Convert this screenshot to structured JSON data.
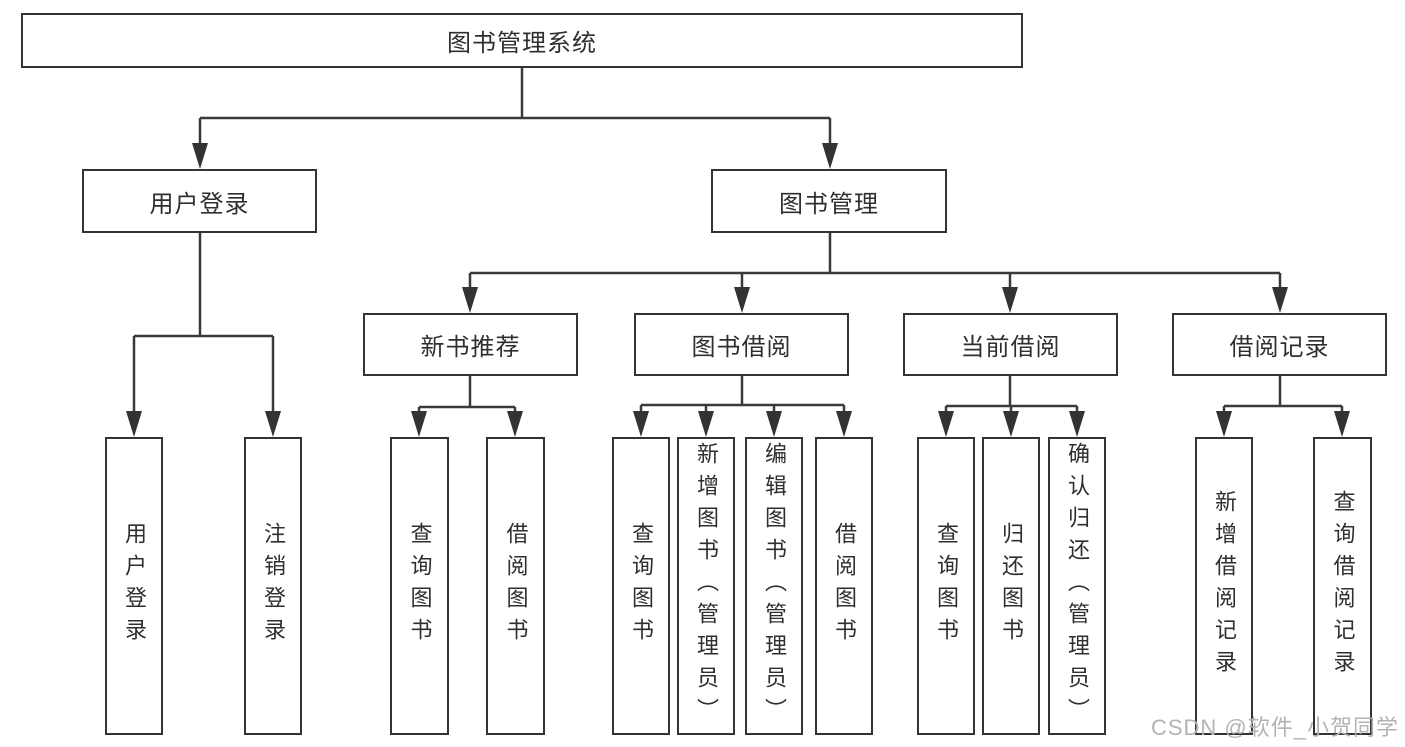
{
  "tree": {
    "label": "图书管理系统",
    "children": [
      {
        "label": "用户登录",
        "children": [
          {
            "label": "用户登录"
          },
          {
            "label": "注销登录"
          }
        ]
      },
      {
        "label": "图书管理",
        "children": [
          {
            "label": "新书推荐",
            "children": [
              {
                "label": "查询图书"
              },
              {
                "label": "借阅图书"
              }
            ]
          },
          {
            "label": "图书借阅",
            "children": [
              {
                "label": "查询图书"
              },
              {
                "label": "新增图书（管理员）"
              },
              {
                "label": "编辑图书（管理员）"
              },
              {
                "label": "借阅图书"
              }
            ]
          },
          {
            "label": "当前借阅",
            "children": [
              {
                "label": "查询图书"
              },
              {
                "label": "归还图书"
              },
              {
                "label": "确认归还（管理员）"
              }
            ]
          },
          {
            "label": "借阅记录",
            "children": [
              {
                "label": "新增借阅记录"
              },
              {
                "label": "查询借阅记录"
              }
            ]
          }
        ]
      }
    ]
  },
  "watermark": {
    "text": "CSDN @软件_小贺同学"
  },
  "colors": {
    "line": "#3a3a3a",
    "box_border": "#333333",
    "text": "#2f2f2f",
    "watermark": "#b3b3b3",
    "background": "#ffffff"
  }
}
